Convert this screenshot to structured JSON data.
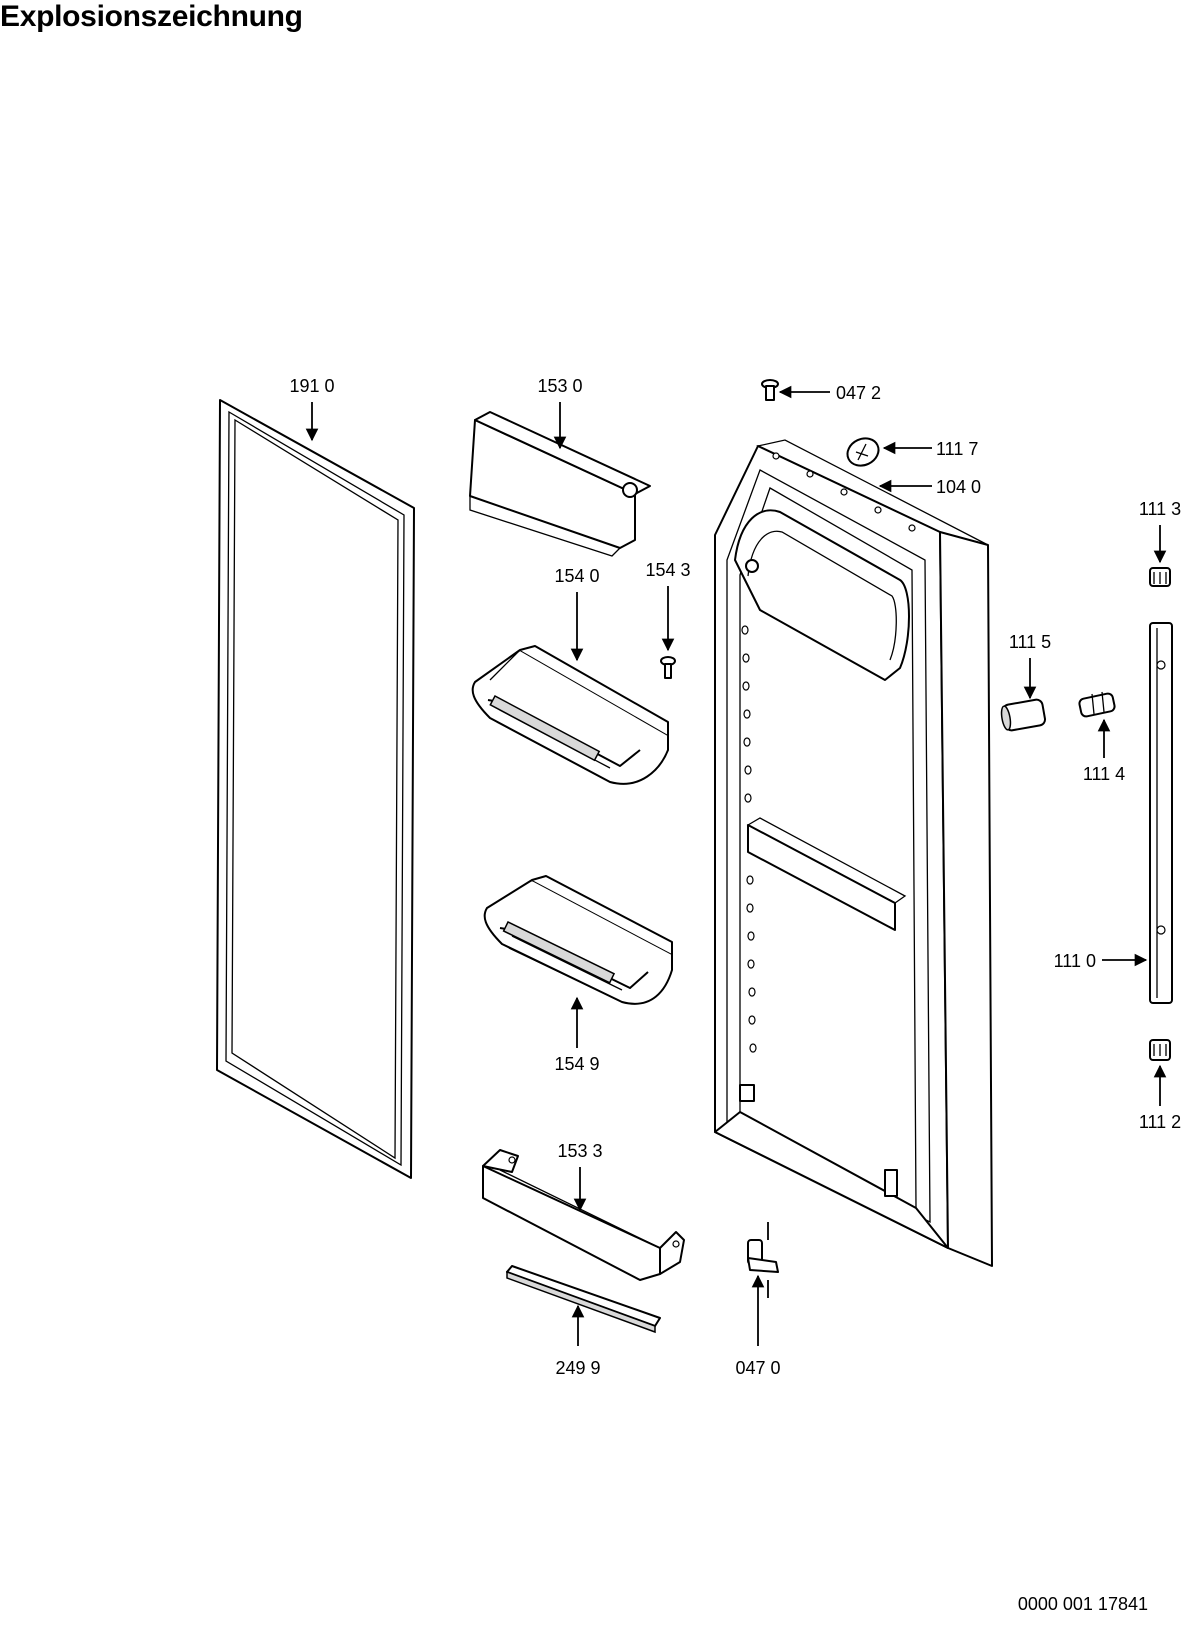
{
  "title": "Explosionszeichnung",
  "document_number": "0000 001 17841",
  "part_labels": {
    "p1910": "191 0",
    "p1530": "153 0",
    "p0472": "047 2",
    "p1117": "111 7",
    "p1040": "104 0",
    "p1113": "111 3",
    "p1540": "154 0",
    "p1543": "154 3",
    "p1115": "111 5",
    "p1114": "111 4",
    "p1110": "111 0",
    "p1549": "154 9",
    "p1112": "111 2",
    "p1533": "153 3",
    "p2499": "249 9",
    "p0470": "047 0"
  }
}
